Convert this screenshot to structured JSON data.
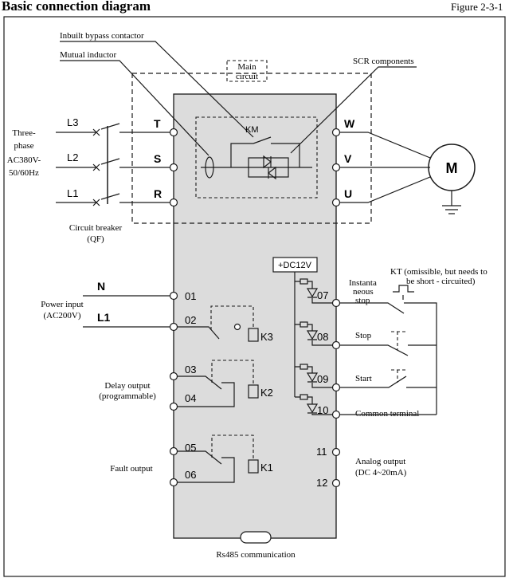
{
  "header": {
    "title": "Basic connection diagram",
    "figure": "Figure 2-3-1"
  },
  "annotations": {
    "bypass_contactor": "Inbuilt bypass contactor",
    "mutual_inductor": "Mutual inductor",
    "main_circuit_line1": "Main",
    "main_circuit_line2": "circuit",
    "scr_components": "SCR components",
    "km": "KM",
    "motor": "M"
  },
  "supply": {
    "label_lines": [
      "Three-",
      "phase",
      "AC380V-",
      "50/60Hz"
    ],
    "phases": [
      "L3",
      "L2",
      "L1"
    ],
    "breaker_line1": "Circuit breaker",
    "breaker_line2": "(QF)"
  },
  "inputs": [
    "T",
    "S",
    "R"
  ],
  "outputs": [
    "W",
    "V",
    "U"
  ],
  "power_input": {
    "n": "N",
    "l1": "L1",
    "label_line1": "Power input",
    "label_line2": "(AC200V)"
  },
  "left_terminals": [
    "01",
    "02",
    "03",
    "04",
    "05",
    "06"
  ],
  "relays": [
    "K3",
    "K2",
    "K1"
  ],
  "delay_output": {
    "line1": "Delay output",
    "line2": "(programmable)"
  },
  "fault_output": "Fault output",
  "dc_supply": "+DC12V",
  "right_terminals": [
    "07",
    "08",
    "09",
    "10",
    "11",
    "12"
  ],
  "controls": {
    "instant_stop_lines": [
      "Instanta",
      "neous",
      "stop"
    ],
    "stop": "Stop",
    "start": "Start",
    "common": "Common terminal",
    "kt_line1": "KT (omissible, but needs to",
    "kt_line2": "be short - circuited)"
  },
  "analog_output": {
    "line1": "Analog output",
    "line2": "(DC 4~20mA)"
  },
  "rs485": "Rs485 communication"
}
